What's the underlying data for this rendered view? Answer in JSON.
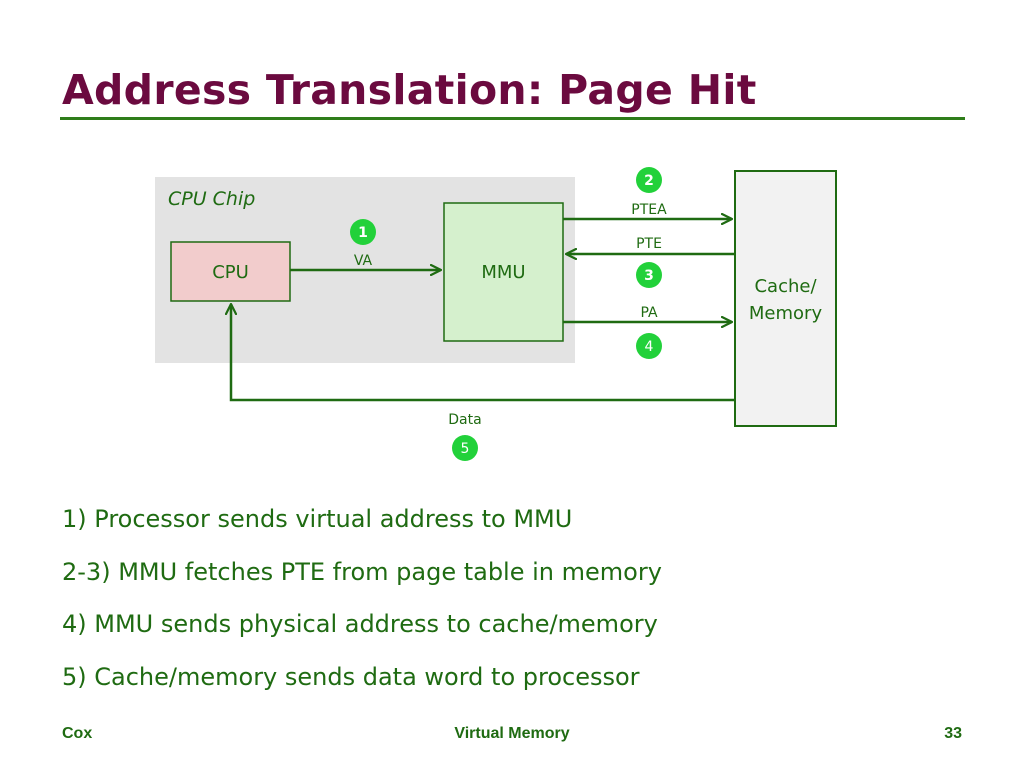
{
  "slide": {
    "title": "Address Translation: Page Hit"
  },
  "diagram": {
    "region_label": "CPU Chip",
    "boxes": {
      "cpu": "CPU",
      "mmu": "MMU",
      "cache_line1": "Cache/",
      "cache_line2": "Memory"
    },
    "arrows": {
      "va": "VA",
      "ptea": "PTEA",
      "pte": "PTE",
      "pa": "PA",
      "data": "Data"
    },
    "steps": [
      "1",
      "2",
      "3",
      "4",
      "5"
    ]
  },
  "bullets": [
    "1) Processor sends virtual address to MMU",
    "2-3) MMU fetches PTE from page table in memory",
    "4) MMU sends physical address to cache/memory",
    "5) Cache/memory sends data word to processor"
  ],
  "footer": {
    "left": "Cox",
    "center": "Virtual Memory",
    "right": "33"
  },
  "colors": {
    "title": "#6b0a3f",
    "accent_green": "#1f6b12",
    "badge_green": "#22d13a",
    "cpu_fill": "#f2cccc",
    "mmu_fill": "#d5f0cd",
    "chip_region": "#e3e3e3",
    "cache_fill": "#f2f2f2"
  }
}
